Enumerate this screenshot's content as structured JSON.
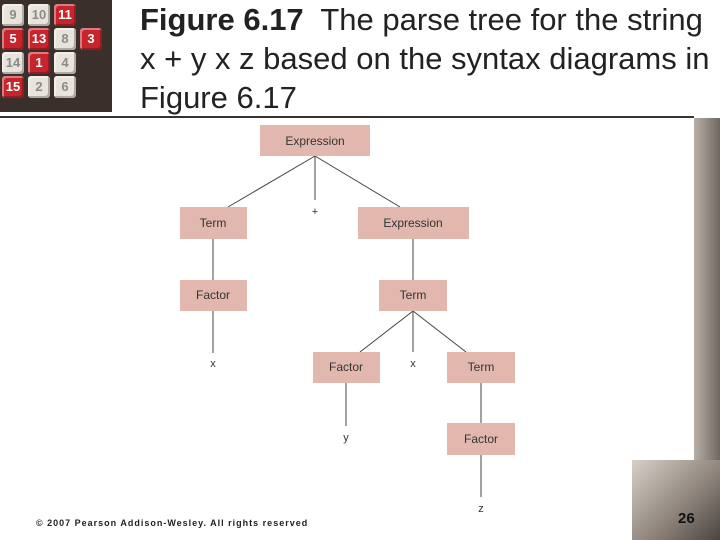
{
  "title": {
    "figure_label": "Figure 6.17",
    "text": "The parse tree for the string x + y x z based on the syntax diagrams in Figure 6.17"
  },
  "diagram": {
    "nodes": {
      "root": "Expression",
      "term1": "Term",
      "expr2": "Expression",
      "factor1": "Factor",
      "term2": "Term",
      "factor2": "Factor",
      "term3": "Term",
      "factor3": "Factor"
    },
    "leaves": {
      "plus": "+",
      "x": "x",
      "times": "x",
      "y": "y",
      "z": "z"
    }
  },
  "puzzle_tiles": [
    "9",
    "10",
    "11",
    "5",
    "13",
    "8",
    "3",
    "14",
    "1",
    "4",
    "15",
    "2",
    "6"
  ],
  "footer": {
    "copyright": "© 2007 Pearson Addison-Wesley. All rights reserved",
    "page_number": "26"
  },
  "colors": {
    "node_fill": "#e2b8ae",
    "tile_red": "#c7242c"
  }
}
